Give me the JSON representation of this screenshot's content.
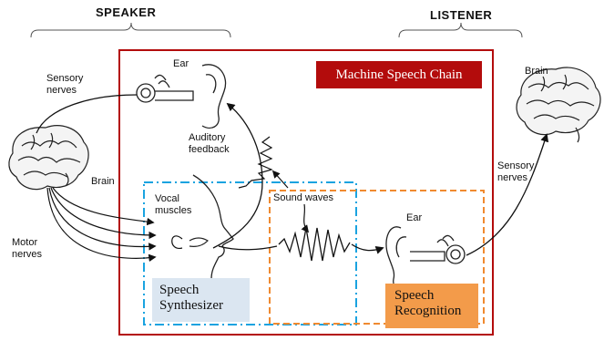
{
  "headers": {
    "speaker": "SPEAKER",
    "listener": "LISTENER"
  },
  "machine_chain": {
    "title": "Machine Speech Chain"
  },
  "speaker": {
    "sensory_nerves": [
      "Sensory",
      "nerves"
    ],
    "brain": "Brain",
    "motor_nerves": [
      "Motor",
      "nerves"
    ],
    "ear": "Ear",
    "auditory_feedback": [
      "Auditory",
      "feedback"
    ],
    "vocal_muscles": [
      "Vocal",
      "muscles"
    ]
  },
  "middle": {
    "sound_waves": "Sound waves"
  },
  "listener": {
    "brain": "Brain",
    "sensory_nerves": [
      "Sensory",
      "nerves"
    ],
    "ear": "Ear"
  },
  "modules": {
    "synthesizer": [
      "Speech",
      "Synthesizer"
    ],
    "recognition": [
      "Speech",
      "Recognition"
    ]
  },
  "colors": {
    "chain_frame": "#b30c0c",
    "synthesizer_frame": "#1aa3e0",
    "recognition_frame": "#f08a30",
    "synthesizer_fill": "#dbe6f1",
    "recognition_fill": "#f39b4a"
  }
}
